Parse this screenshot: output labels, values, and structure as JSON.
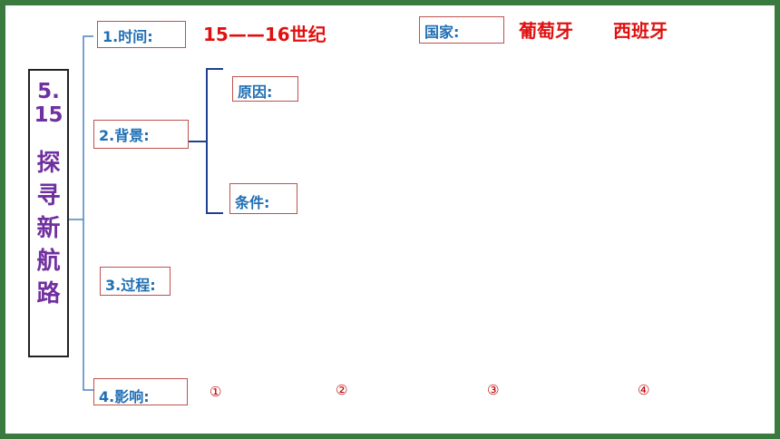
{
  "title": {
    "number": "5.15",
    "text": "探寻新航路"
  },
  "nodes": {
    "time": {
      "label": "1.时间:",
      "value": "15——16世纪"
    },
    "background": {
      "label": "2.背景:"
    },
    "reason": {
      "label": "原因:"
    },
    "condition": {
      "label": "条件:"
    },
    "process": {
      "label": "3.过程:"
    },
    "impact": {
      "label": "4.影响:"
    },
    "country": {
      "label": "国家:",
      "values": [
        "葡萄牙",
        "西班牙"
      ]
    }
  },
  "impact_markers": [
    "①",
    "②",
    "③",
    "④"
  ],
  "colors": {
    "frame": "#3a7a3e",
    "label": "#1f6fb4",
    "title": "#7030a0",
    "answer": "#e01010",
    "border": "#c0504d",
    "connector": "#1f3f8f"
  }
}
